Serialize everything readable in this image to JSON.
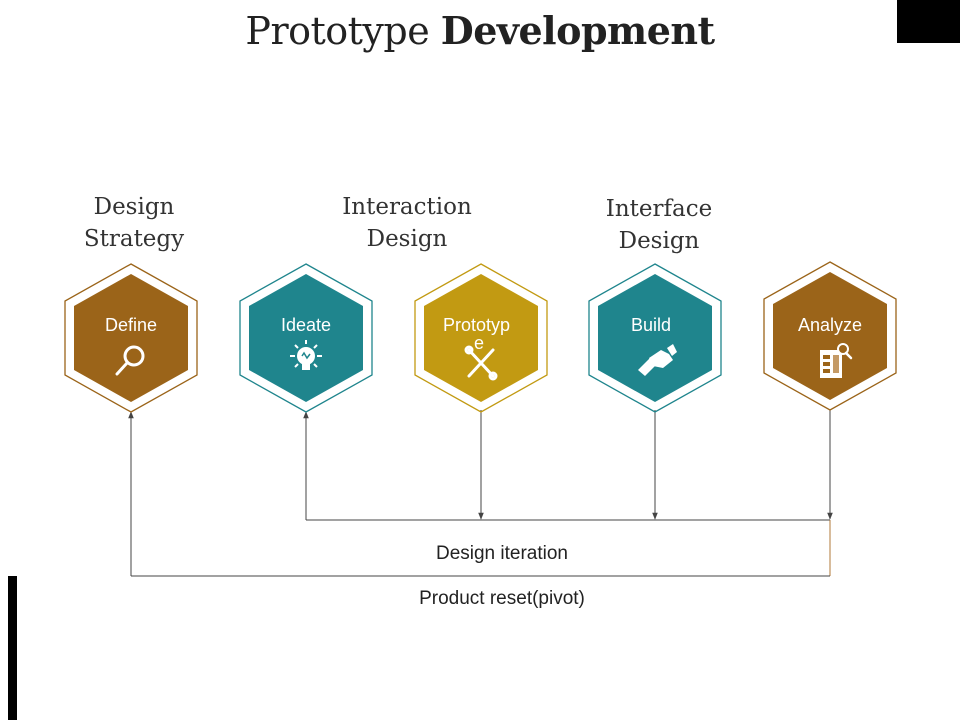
{
  "title": {
    "part1": "Prototype",
    "part2": "Development"
  },
  "groups": [
    {
      "label": "Design Strategy"
    },
    {
      "label": "Interaction Design"
    },
    {
      "label": "Interface Design"
    }
  ],
  "steps": [
    {
      "label": "Define",
      "icon": "magnifier-icon",
      "color": "#9b6419"
    },
    {
      "label": "Ideate",
      "icon": "lightbulb-icon",
      "color": "#1f858d"
    },
    {
      "label": "Prototyp e",
      "icon": "tools-icon",
      "color": "#c29a12"
    },
    {
      "label": "Build",
      "icon": "handshake-icon",
      "color": "#1f858d"
    },
    {
      "label": "Analyze",
      "icon": "report-search-icon",
      "color": "#9b6419"
    }
  ],
  "flows": {
    "design_iteration": "Design iteration",
    "product_reset": "Product reset(pivot)"
  },
  "colors": {
    "line": "#444444",
    "title": "#222222"
  }
}
